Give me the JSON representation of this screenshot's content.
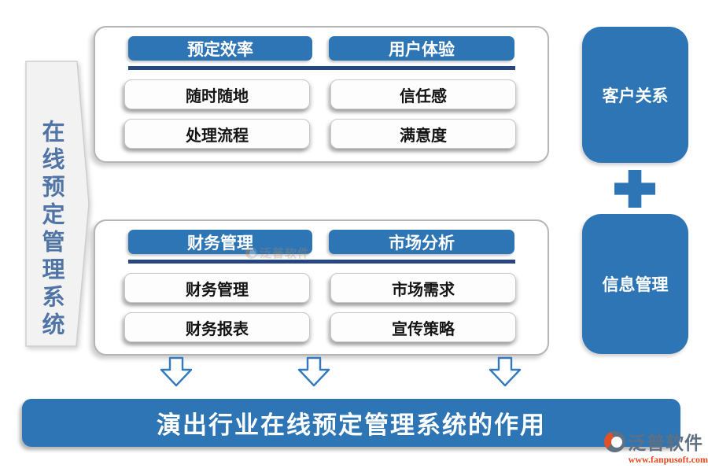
{
  "colors": {
    "primary_blue": "#2E75B5",
    "navy_rule": "#26477F",
    "vertical_text_blue": "#4F74A5",
    "logo_slate": "#5E7082",
    "logo_orange": "#E0512A",
    "url_orange": "#E34A1F"
  },
  "left_banner": {
    "label": "在线预定管理系统"
  },
  "panels": [
    {
      "columns": [
        {
          "header": "预定效率",
          "items": [
            "随时随地",
            "处理流程"
          ]
        },
        {
          "header": "用户体验",
          "items": [
            "信任感",
            "满意度"
          ]
        }
      ]
    },
    {
      "columns": [
        {
          "header": "财务管理",
          "items": [
            "财务管理",
            "财务报表"
          ]
        },
        {
          "header": "市场分析",
          "items": [
            "市场需求",
            "宣传策略"
          ]
        }
      ]
    }
  ],
  "side_blocks": [
    {
      "label": "客户关系"
    },
    {
      "label": "信息管理"
    }
  ],
  "bottom_banner": {
    "label": "演出行业在线预定管理系统的作用"
  },
  "logo": {
    "name": "泛普软件",
    "url": "www.fanpusoft.com"
  },
  "watermark": {
    "name": "泛普软件"
  }
}
